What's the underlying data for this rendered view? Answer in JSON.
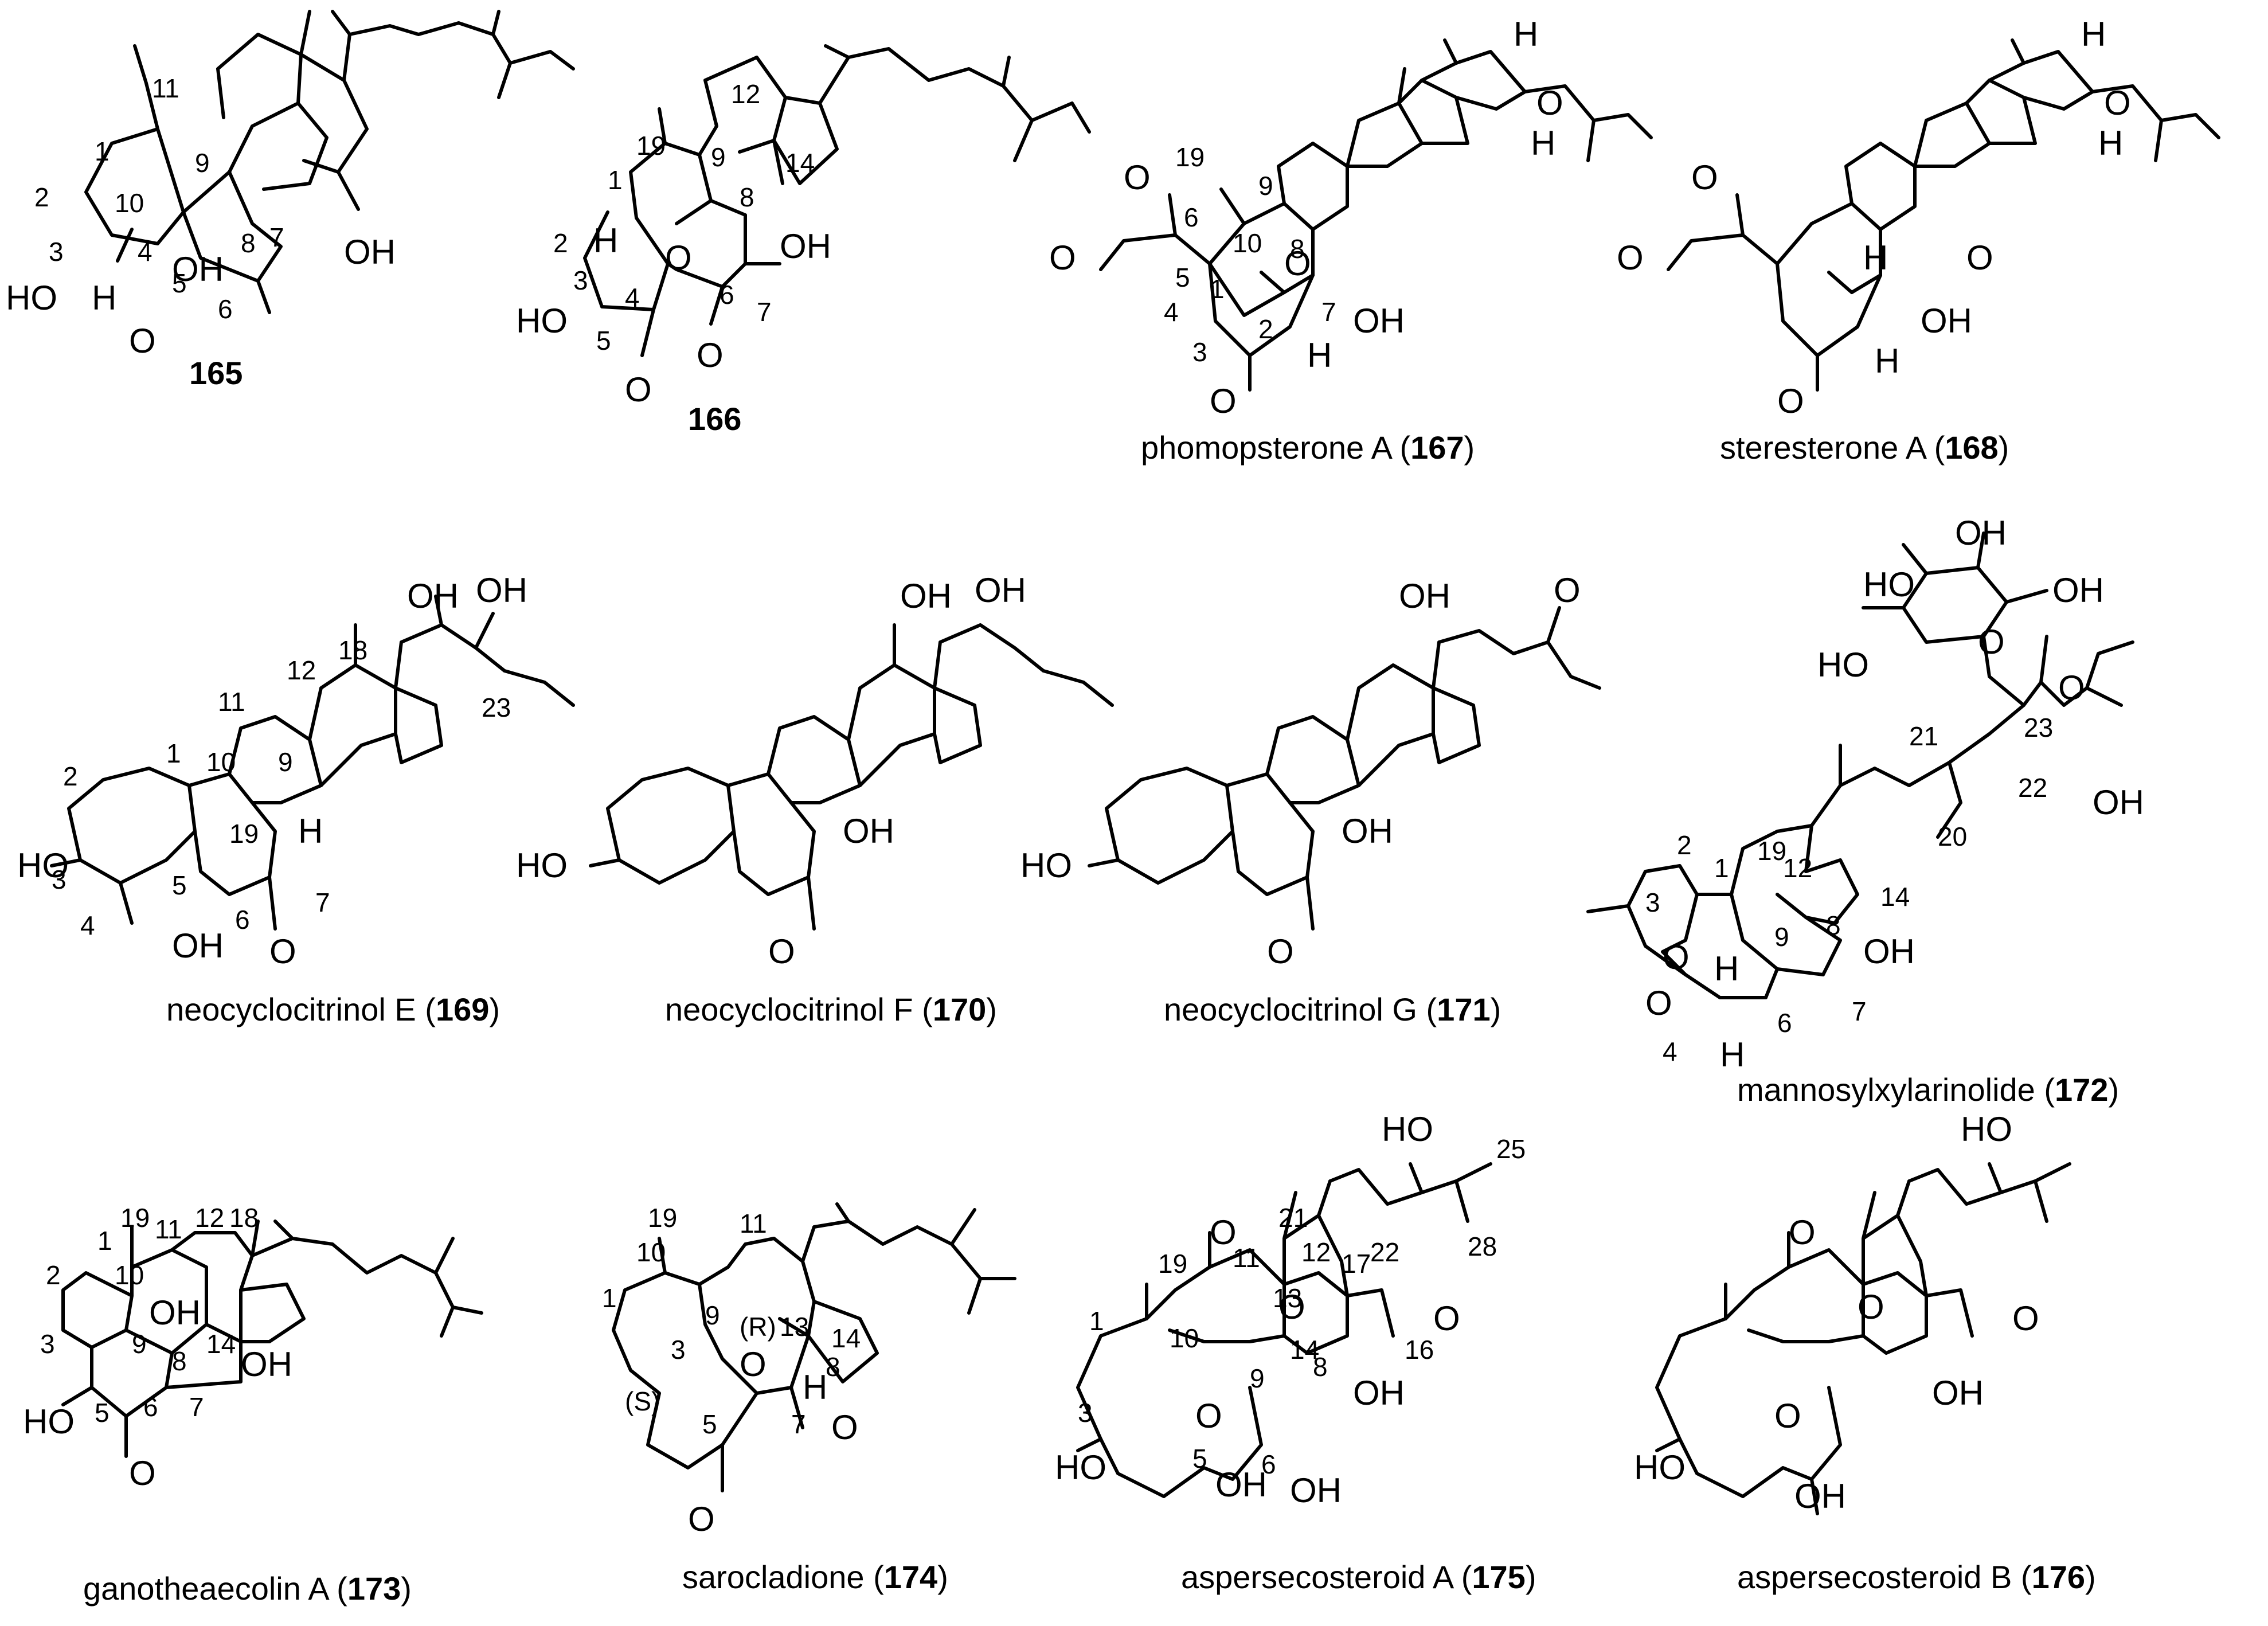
{
  "compounds": [
    {
      "id": "165",
      "name": "",
      "number": "165",
      "oh": [
        "OH",
        "OH",
        "HO"
      ],
      "h": [
        "H"
      ],
      "o": [
        "O"
      ],
      "locants": [
        "1",
        "2",
        "3",
        "4",
        "5",
        "6",
        "7",
        "8",
        "9",
        "10",
        "11"
      ]
    },
    {
      "id": "166",
      "name": "",
      "number": "166",
      "oh": [
        "OH",
        "HO"
      ],
      "h": [
        "H"
      ],
      "o": [
        "O",
        "O",
        "O"
      ],
      "locants": [
        "1",
        "2",
        "3",
        "4",
        "5",
        "6",
        "7",
        "8",
        "9",
        "12",
        "14",
        "19"
      ]
    },
    {
      "id": "167",
      "name": "phomopsterone A (",
      "number": "167",
      "close": ")",
      "oh": [
        "OH"
      ],
      "h": [
        "H",
        "H",
        "H"
      ],
      "o": [
        "O",
        "O",
        "O",
        "O",
        "O"
      ],
      "locants": [
        "1",
        "2",
        "3",
        "4",
        "5",
        "6",
        "7",
        "8",
        "9",
        "10",
        "19"
      ]
    },
    {
      "id": "168",
      "name": "steresterone A (",
      "number": "168",
      "close": ")",
      "oh": [
        "OH"
      ],
      "h": [
        "H",
        "H",
        "H",
        "H"
      ],
      "o": [
        "O",
        "O",
        "O",
        "O",
        "O"
      ],
      "locants": []
    },
    {
      "id": "169",
      "name": "neocyclocitrinol E (",
      "number": "169",
      "close": ")",
      "oh": [
        "OH",
        "OH",
        "HO",
        "OH"
      ],
      "h": [
        "H"
      ],
      "o": [
        "O"
      ],
      "locants": [
        "1",
        "2",
        "3",
        "4",
        "5",
        "6",
        "7",
        "9",
        "10",
        "11",
        "12",
        "18",
        "19",
        "23"
      ]
    },
    {
      "id": "170",
      "name": "neocyclocitrinol F (",
      "number": "170",
      "close": ")",
      "oh": [
        "OH",
        "OH",
        "HO",
        "OH"
      ],
      "h": [],
      "o": [
        "O"
      ],
      "locants": []
    },
    {
      "id": "171",
      "name": "neocyclocitrinol G (",
      "number": "171",
      "close": ")",
      "oh": [
        "OH",
        "HO",
        "OH"
      ],
      "h": [],
      "o": [
        "O",
        "O"
      ],
      "locants": []
    },
    {
      "id": "172",
      "name": "mannosylxylarinolide (",
      "number": "172",
      "close": ")",
      "oh": [
        "OH",
        "HO",
        "OH",
        "HO",
        "OH",
        "OH"
      ],
      "h": [
        "H",
        "H"
      ],
      "o": [
        "O",
        "O",
        "O",
        "O"
      ],
      "locants": [
        "1",
        "2",
        "3",
        "4",
        "6",
        "7",
        "8",
        "9",
        "12",
        "14",
        "19",
        "20",
        "21",
        "22",
        "23"
      ]
    },
    {
      "id": "173",
      "name": "ganotheaecolin A (",
      "number": "173",
      "close": ")",
      "oh": [
        "OH",
        "OH",
        "HO"
      ],
      "h": [],
      "o": [
        "O"
      ],
      "locants": [
        "1",
        "2",
        "3",
        "5",
        "6",
        "7",
        "8",
        "9",
        "10",
        "11",
        "12",
        "14",
        "18",
        "19"
      ]
    },
    {
      "id": "174",
      "name": "sarocladione (",
      "number": "174",
      "close": ")",
      "oh": [],
      "h": [
        "H"
      ],
      "o": [
        "O",
        "O",
        "O"
      ],
      "locants": [
        "1",
        "3",
        "5",
        "7",
        "8",
        "9",
        "10",
        "11",
        "13",
        "14",
        "19"
      ],
      "stereo": [
        "(S)",
        "(R)"
      ]
    },
    {
      "id": "175",
      "name": "aspersecosteroid A (",
      "number": "175",
      "close": ")",
      "oh": [
        "HO",
        "OH",
        "HO",
        "OH",
        "OH"
      ],
      "h": [],
      "o": [
        "O",
        "O",
        "O",
        "O"
      ],
      "locants": [
        "1",
        "3",
        "5",
        "6",
        "8",
        "9",
        "10",
        "11",
        "12",
        "13",
        "14",
        "16",
        "17",
        "19",
        "21",
        "22",
        "25",
        "28"
      ]
    },
    {
      "id": "176",
      "name": "aspersecosteroid B (",
      "number": "176",
      "close": ")",
      "oh": [
        "HO",
        "OH",
        "HO",
        "OH"
      ],
      "h": [],
      "o": [
        "O",
        "O",
        "O",
        "O"
      ],
      "locants": []
    }
  ]
}
